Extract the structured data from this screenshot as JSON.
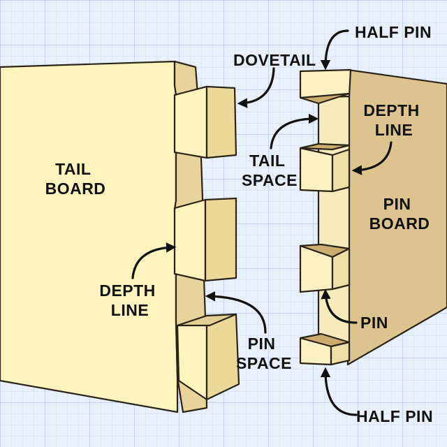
{
  "labels": {
    "half_pin_top": "HALF PIN",
    "dovetail": "DOVETAIL",
    "depth_line_right": [
      "DEPTH",
      "LINE"
    ],
    "tail_board": [
      "TAIL",
      "BOARD"
    ],
    "tail_space": [
      "TAIL",
      "SPACE"
    ],
    "pin_board": [
      "PIN",
      "BOARD"
    ],
    "depth_line_left": [
      "DEPTH",
      "LINE"
    ],
    "pin": "PIN",
    "pin_space": [
      "PIN",
      "SPACE"
    ],
    "half_pin_bottom": "HALF PIN"
  },
  "colors": {
    "grid_background": "#e8f1fb",
    "grid_line": "#b9cde4",
    "tail_face": "#fdf3bf",
    "tail_side": "#ecd99a",
    "tail_end_grain": "#e3cf94",
    "pin_face": "#dcc38f",
    "pin_end_grain": "#fbf0c2",
    "pin_top": "#c9ac6e",
    "outline": "#2a2418"
  }
}
